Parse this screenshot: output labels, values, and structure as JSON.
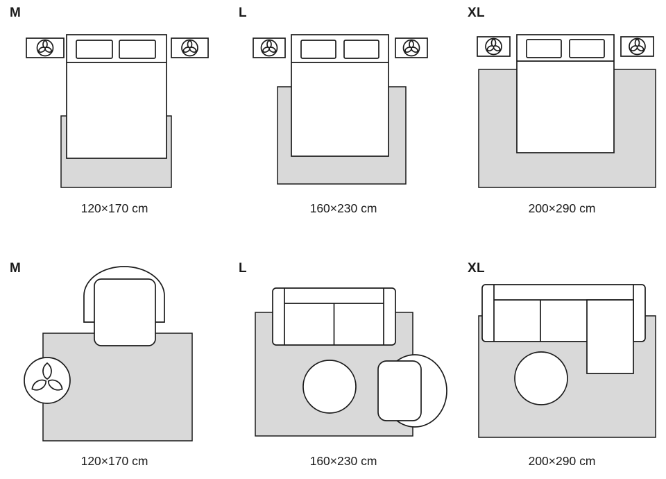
{
  "colors": {
    "rug": "#d9d9d9",
    "outline": "#1a1a1a",
    "background": "#ffffff"
  },
  "icons": {
    "nightstand_plant": "plant-icon",
    "side_table_plant": "plant-icon"
  },
  "rows": [
    {
      "scene": "bedroom",
      "panels": [
        {
          "size_label": "M",
          "dimensions": "120×170 cm"
        },
        {
          "size_label": "L",
          "dimensions": "160×230 cm"
        },
        {
          "size_label": "XL",
          "dimensions": "200×290 cm"
        }
      ]
    },
    {
      "scene": "living-room",
      "panels": [
        {
          "size_label": "M",
          "dimensions": "120×170 cm"
        },
        {
          "size_label": "L",
          "dimensions": "160×230 cm"
        },
        {
          "size_label": "XL",
          "dimensions": "200×290 cm"
        }
      ]
    }
  ]
}
